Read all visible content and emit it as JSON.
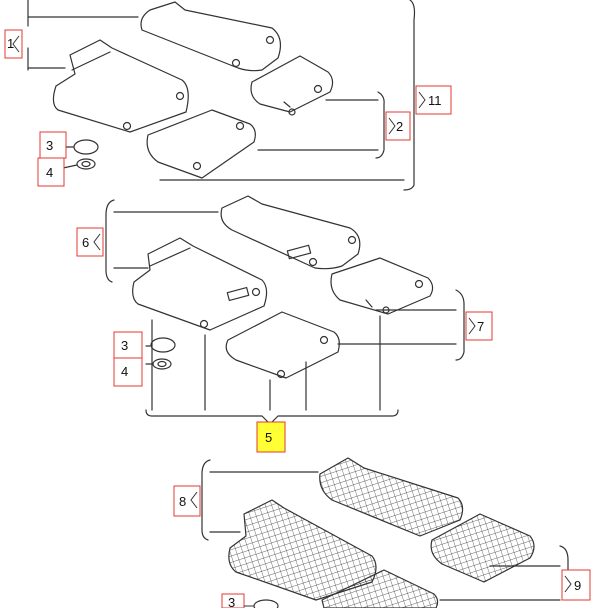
{
  "diagram": {
    "callouts": [
      {
        "id": "c1",
        "label": "1",
        "highlighted": false
      },
      {
        "id": "c2",
        "label": "2",
        "highlighted": false
      },
      {
        "id": "c3a",
        "label": "3",
        "highlighted": false
      },
      {
        "id": "c4a",
        "label": "4",
        "highlighted": false
      },
      {
        "id": "c11",
        "label": "11",
        "highlighted": false
      },
      {
        "id": "c6",
        "label": "6",
        "highlighted": false
      },
      {
        "id": "c7",
        "label": "7",
        "highlighted": false
      },
      {
        "id": "c3b",
        "label": "3",
        "highlighted": false
      },
      {
        "id": "c4b",
        "label": "4",
        "highlighted": false
      },
      {
        "id": "c5",
        "label": "5",
        "highlighted": true
      },
      {
        "id": "c8",
        "label": "8",
        "highlighted": false
      },
      {
        "id": "c9",
        "label": "9",
        "highlighted": false
      },
      {
        "id": "c3c",
        "label": "3",
        "highlighted": false
      }
    ],
    "colors": {
      "callout_border": "#e53935",
      "highlight_fill": "#ffff33",
      "line": "#333333",
      "background": "#ffffff"
    }
  }
}
